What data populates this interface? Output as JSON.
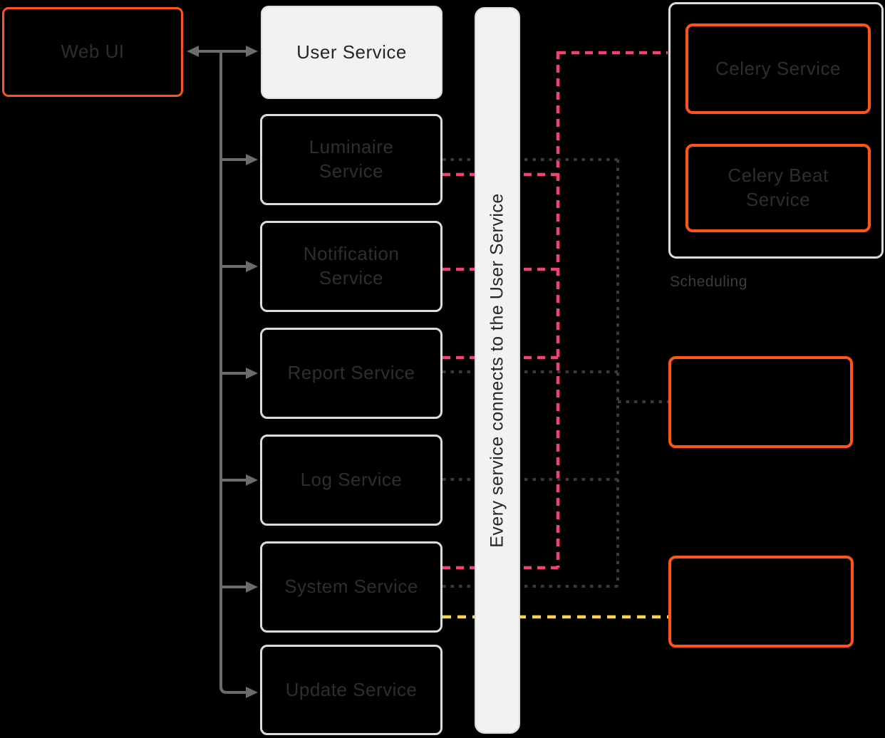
{
  "colors": {
    "bg": "#000000",
    "orange": "#ff5418",
    "pink": "#f4416f",
    "yellow": "#fbd34e",
    "line_gray": "#3a3a3a",
    "arrow": "#6b6b6b",
    "border_gray": "#dcdcda",
    "panel": "#f2f2f0",
    "text_dim": "#2e2e2e",
    "text_dark": "#24262a",
    "label_gray": "#3c3c3c"
  },
  "nodes": {
    "web_ui": {
      "label": "Web UI"
    },
    "user_service": {
      "label": "User Service"
    },
    "services": [
      {
        "label": "Luminaire Service"
      },
      {
        "label": "Notification Service"
      },
      {
        "label": "Report Service"
      },
      {
        "label": "Log Service"
      },
      {
        "label": "System Service"
      },
      {
        "label": "Update Service"
      }
    ],
    "celery_service": {
      "label": "Celery Service"
    },
    "celery_beat_service": {
      "label": "Celery Beat Service"
    }
  },
  "labels": {
    "middle_bar": "Every service connects to the User Service",
    "scheduling": "Scheduling"
  }
}
